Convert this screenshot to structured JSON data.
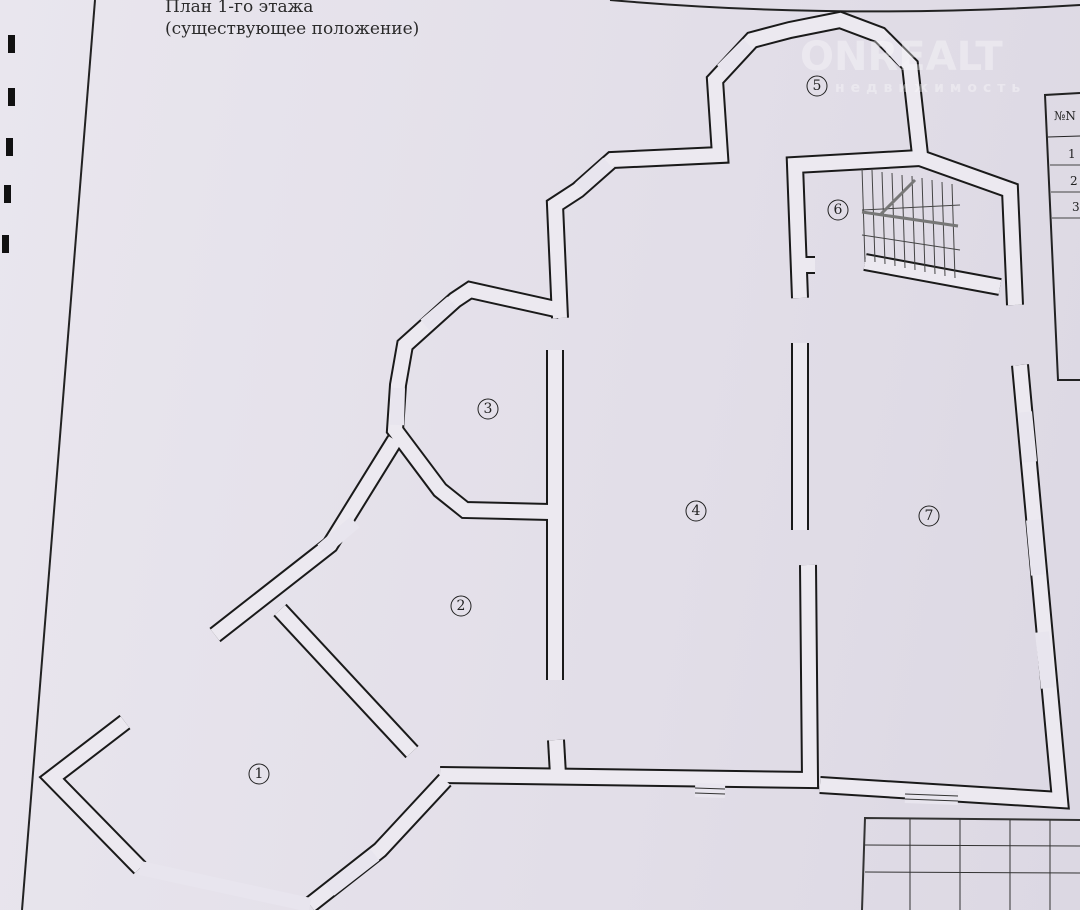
{
  "plan": {
    "title_line1": "План 1-го этажа",
    "title_line2": "(существующее положение)"
  },
  "rooms": [
    "1",
    "2",
    "3",
    "4",
    "5",
    "6",
    "7"
  ],
  "table": {
    "header": "№N",
    "rows": [
      "1",
      "2",
      "3"
    ]
  },
  "watermark": {
    "brand": "ONREALT",
    "sub": "недвижимость"
  },
  "colors": {
    "paper": "#e4e0ea",
    "ink": "#1a1a1a"
  }
}
